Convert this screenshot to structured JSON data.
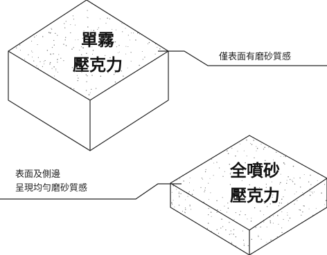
{
  "blocks": [
    {
      "id": "single-frosted",
      "label_line1": "單霧",
      "label_line2": "壓克力",
      "callout": [
        "僅表面有磨砂質感"
      ]
    },
    {
      "id": "full-frosted",
      "label_line1": "全噴砂",
      "label_line2": "壓克力",
      "callout": [
        "表面及側邊",
        "呈現均勻磨砂質感"
      ]
    }
  ],
  "colors": {
    "background": "#ffffff",
    "line": "#222222",
    "text": "#111111",
    "stipple": "#7a7a7a"
  }
}
